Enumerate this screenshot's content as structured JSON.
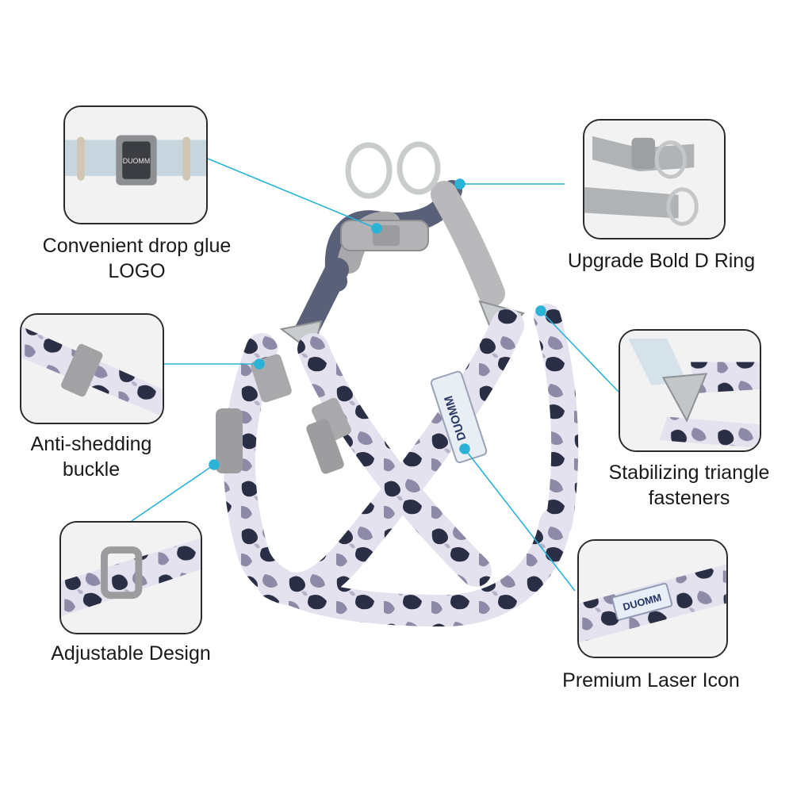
{
  "callouts": {
    "drop_glue_logo": {
      "line1": "Convenient drop glue",
      "line2": "LOGO",
      "thumb_icon": "side-release-buckle-icon",
      "thumb_text": "DUOMM"
    },
    "bold_d_ring": {
      "line1": "Upgrade Bold D Ring",
      "thumb_icon": "d-ring-icon"
    },
    "anti_shedding_buckle": {
      "line1": "Anti-shedding",
      "line2": "buckle",
      "thumb_icon": "strap-keeper-icon"
    },
    "triangle_fasteners": {
      "line1": "Stabilizing triangle",
      "line2": "fasteners",
      "thumb_icon": "triangle-fastener-icon"
    },
    "adjustable_design": {
      "line1": "Adjustable Design",
      "thumb_icon": "slider-buckle-icon"
    },
    "laser_icon": {
      "line1": "Premium Laser Icon",
      "thumb_icon": "laser-label-icon",
      "thumb_text": "DUOMM"
    }
  },
  "harness": {
    "label_text": "DUOMM"
  },
  "colors": {
    "leader_line": "#2ab3d6",
    "webbing_dark": "#2b2f45",
    "webbing_mid": "#8c8aa6",
    "webbing_light": "#e4e2ee",
    "hardware_grey": "#a9a9ab",
    "metal": "#c9cccd"
  }
}
